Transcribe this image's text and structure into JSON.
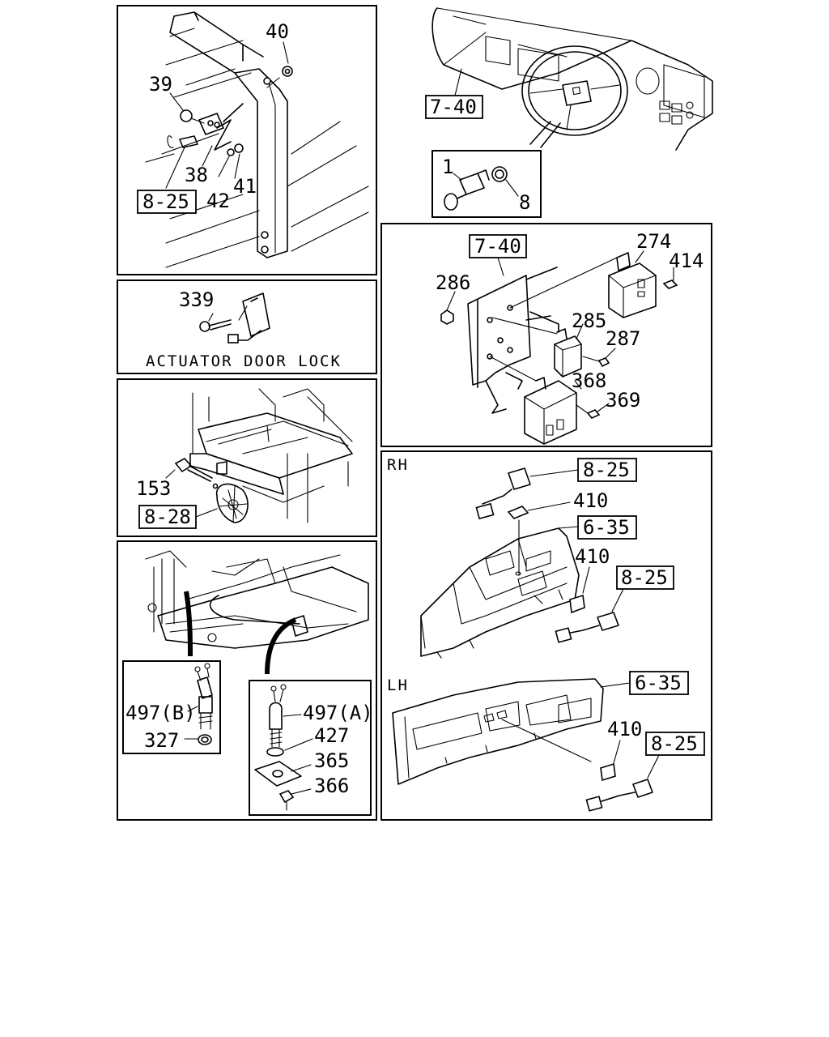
{
  "panels": {
    "pillar": {
      "callouts": [
        "40",
        "39",
        "38",
        "42",
        "41"
      ],
      "ref": "8-25"
    },
    "dash_switch": {
      "ref": "7-40",
      "callouts": [
        "1",
        "8"
      ]
    },
    "door_lock": {
      "callouts": [
        "339"
      ],
      "caption": "ACTUATOR DOOR LOCK"
    },
    "relay_bracket": {
      "ref": "7-40",
      "callouts": [
        "274",
        "414",
        "286",
        "285",
        "287",
        "368",
        "369"
      ]
    },
    "seat_base": {
      "callouts": [
        "153"
      ],
      "ref": "8-28"
    },
    "floor_switch": {
      "callouts_b": [
        "497(B)",
        "327"
      ],
      "callouts_a": [
        "497(A)",
        "427",
        "365",
        "366"
      ]
    },
    "trim": {
      "rh_label": "RH",
      "lh_label": "LH",
      "rh_refs": [
        "8-25",
        "6-35",
        "8-25"
      ],
      "rh_callouts": [
        "410",
        "410"
      ],
      "lh_refs": [
        "6-35",
        "8-25"
      ],
      "lh_callouts": [
        "410"
      ]
    }
  }
}
